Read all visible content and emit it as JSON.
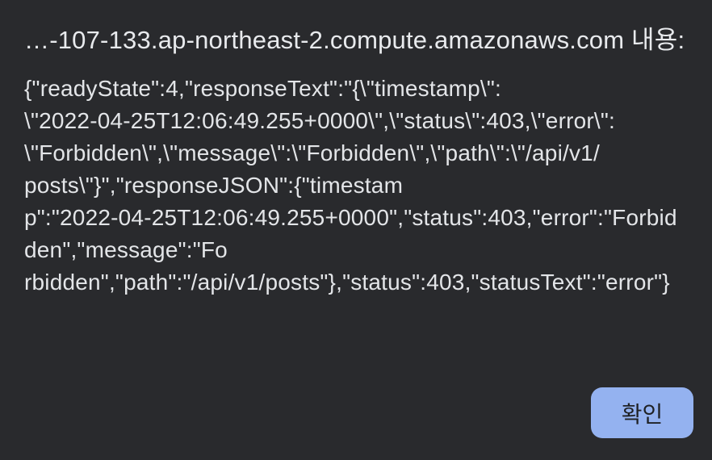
{
  "dialog": {
    "title": "…-107-133.ap-northeast-2.compute.amazonaws.com 내용:",
    "message_lines": [
      "{\"readyState\":4,\"responseText\":\"{\\\"timestamp\\\":",
      "\\\"2022-04-25T12:06:49.255+0000\\\",\\\"status\\\":403,\\\"error\\\":",
      "\\\"Forbidden\\\",\\\"message\\\":\\\"Forbidden\\\",\\\"path\\\":\\\"/api/v1/",
      "posts\\\"}\",\"responseJSON\":{\"timestam",
      "p\":\"2022-04-25T12:06:49.255+0000\",\"status\":403,\"error\":\"Forbid",
      "den\",\"message\":\"Fo",
      "rbidden\",\"path\":\"/api/v1/posts\"},\"status\":403,\"statusText\":\"error\"}"
    ],
    "confirm_label": "확인"
  },
  "colors": {
    "background": "#292a2d",
    "title_text": "#e8eaed",
    "body_text": "#e3e5e8",
    "button_background": "#94b2f0",
    "button_text": "#1f2124"
  }
}
